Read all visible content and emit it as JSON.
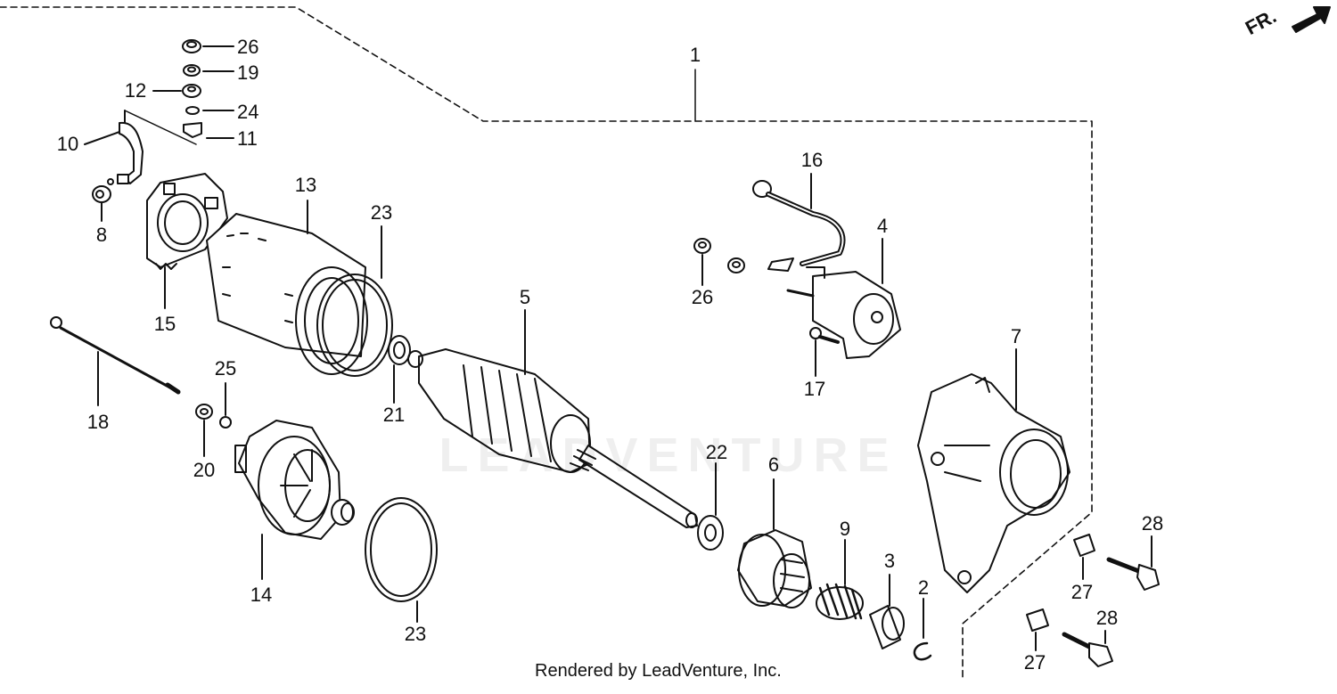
{
  "diagram": {
    "direction_label": "FR.",
    "footer": "Rendered by LeadVenture, Inc.",
    "watermark": "LEADVENTURE",
    "parts": [
      {
        "id": "p1",
        "label": "1"
      },
      {
        "id": "p2",
        "label": "2"
      },
      {
        "id": "p3",
        "label": "3"
      },
      {
        "id": "p4",
        "label": "4"
      },
      {
        "id": "p5",
        "label": "5"
      },
      {
        "id": "p6",
        "label": "6"
      },
      {
        "id": "p7",
        "label": "7"
      },
      {
        "id": "p8",
        "label": "8"
      },
      {
        "id": "p9",
        "label": "9"
      },
      {
        "id": "p10",
        "label": "10"
      },
      {
        "id": "p11",
        "label": "11"
      },
      {
        "id": "p12",
        "label": "12"
      },
      {
        "id": "p13",
        "label": "13"
      },
      {
        "id": "p14",
        "label": "14"
      },
      {
        "id": "p15",
        "label": "15"
      },
      {
        "id": "p16",
        "label": "16"
      },
      {
        "id": "p17",
        "label": "17"
      },
      {
        "id": "p18",
        "label": "18"
      },
      {
        "id": "p19",
        "label": "19"
      },
      {
        "id": "p20",
        "label": "20"
      },
      {
        "id": "p21",
        "label": "21"
      },
      {
        "id": "p22",
        "label": "22"
      },
      {
        "id": "p23a",
        "label": "23"
      },
      {
        "id": "p23b",
        "label": "23"
      },
      {
        "id": "p24",
        "label": "24"
      },
      {
        "id": "p25",
        "label": "25"
      },
      {
        "id": "p26a",
        "label": "26"
      },
      {
        "id": "p26b",
        "label": "26"
      },
      {
        "id": "p27a",
        "label": "27"
      },
      {
        "id": "p27b",
        "label": "27"
      },
      {
        "id": "p28a",
        "label": "28"
      },
      {
        "id": "p28b",
        "label": "28"
      }
    ]
  }
}
